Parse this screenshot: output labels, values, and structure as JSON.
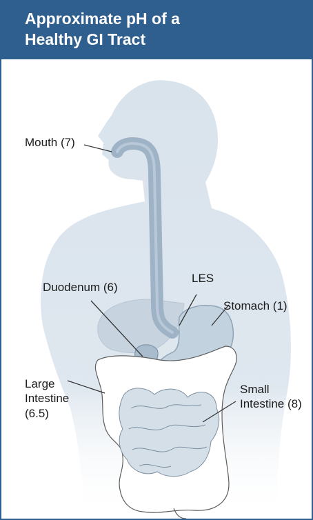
{
  "header": {
    "title_line1": "Approximate pH of a",
    "title_line2": "Healthy GI Tract"
  },
  "labels": {
    "mouth": "Mouth (7)",
    "duodenum": "Duodenum (6)",
    "les": "LES",
    "stomach": "Stomach (1)",
    "large_intestine": [
      "Large",
      "Intestine",
      "(6.5)"
    ],
    "small_intestine": [
      "Small",
      "Intestine (8)"
    ]
  },
  "colors": {
    "header_bg": "#2f5f8f",
    "body_silhouette": "#d9e3ec",
    "organs": "#c7d4e0",
    "esophagus": "#9fb3c7",
    "outline": "#444444"
  }
}
